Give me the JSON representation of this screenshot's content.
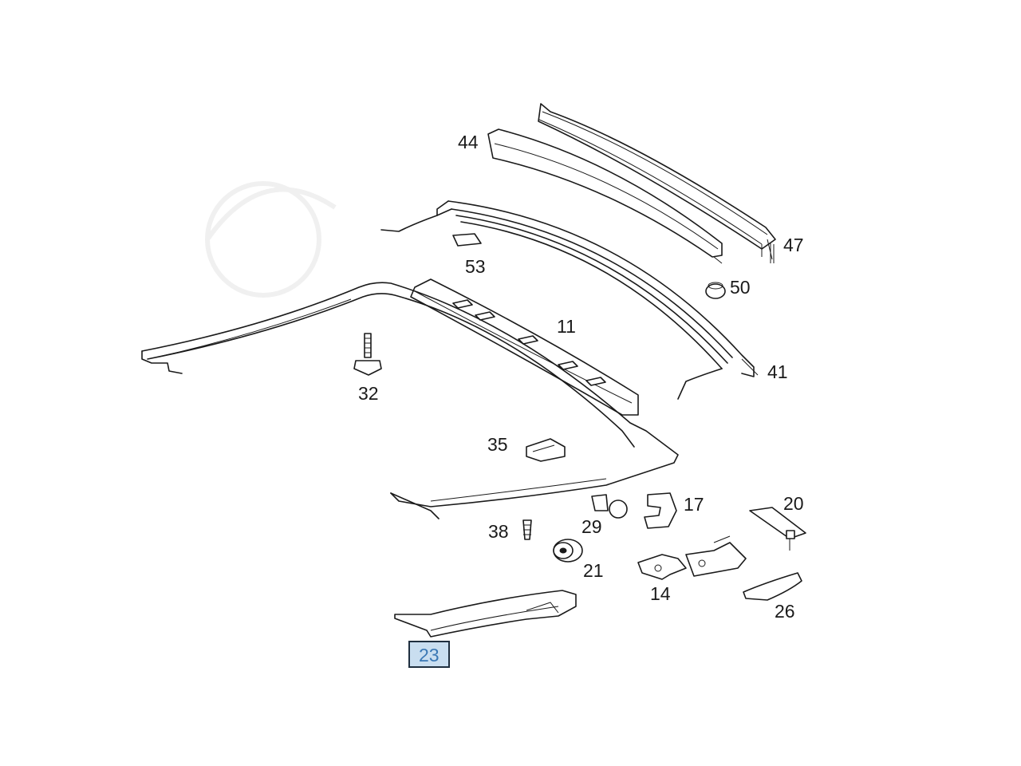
{
  "diagram": {
    "labels": {
      "p44": "44",
      "p47": "47",
      "p53": "53",
      "p50": "50",
      "p11": "11",
      "p41": "41",
      "p32": "32",
      "p35": "35",
      "p17": "17",
      "p20": "20",
      "p29": "29",
      "p38": "38",
      "p21": "21",
      "p14": "14",
      "p26": "26",
      "p23": "23"
    },
    "highlighted_part": "23",
    "colors": {
      "line": "#1a1a1a",
      "highlight_fill": "#c9def0",
      "highlight_text": "#3a78b5"
    }
  }
}
